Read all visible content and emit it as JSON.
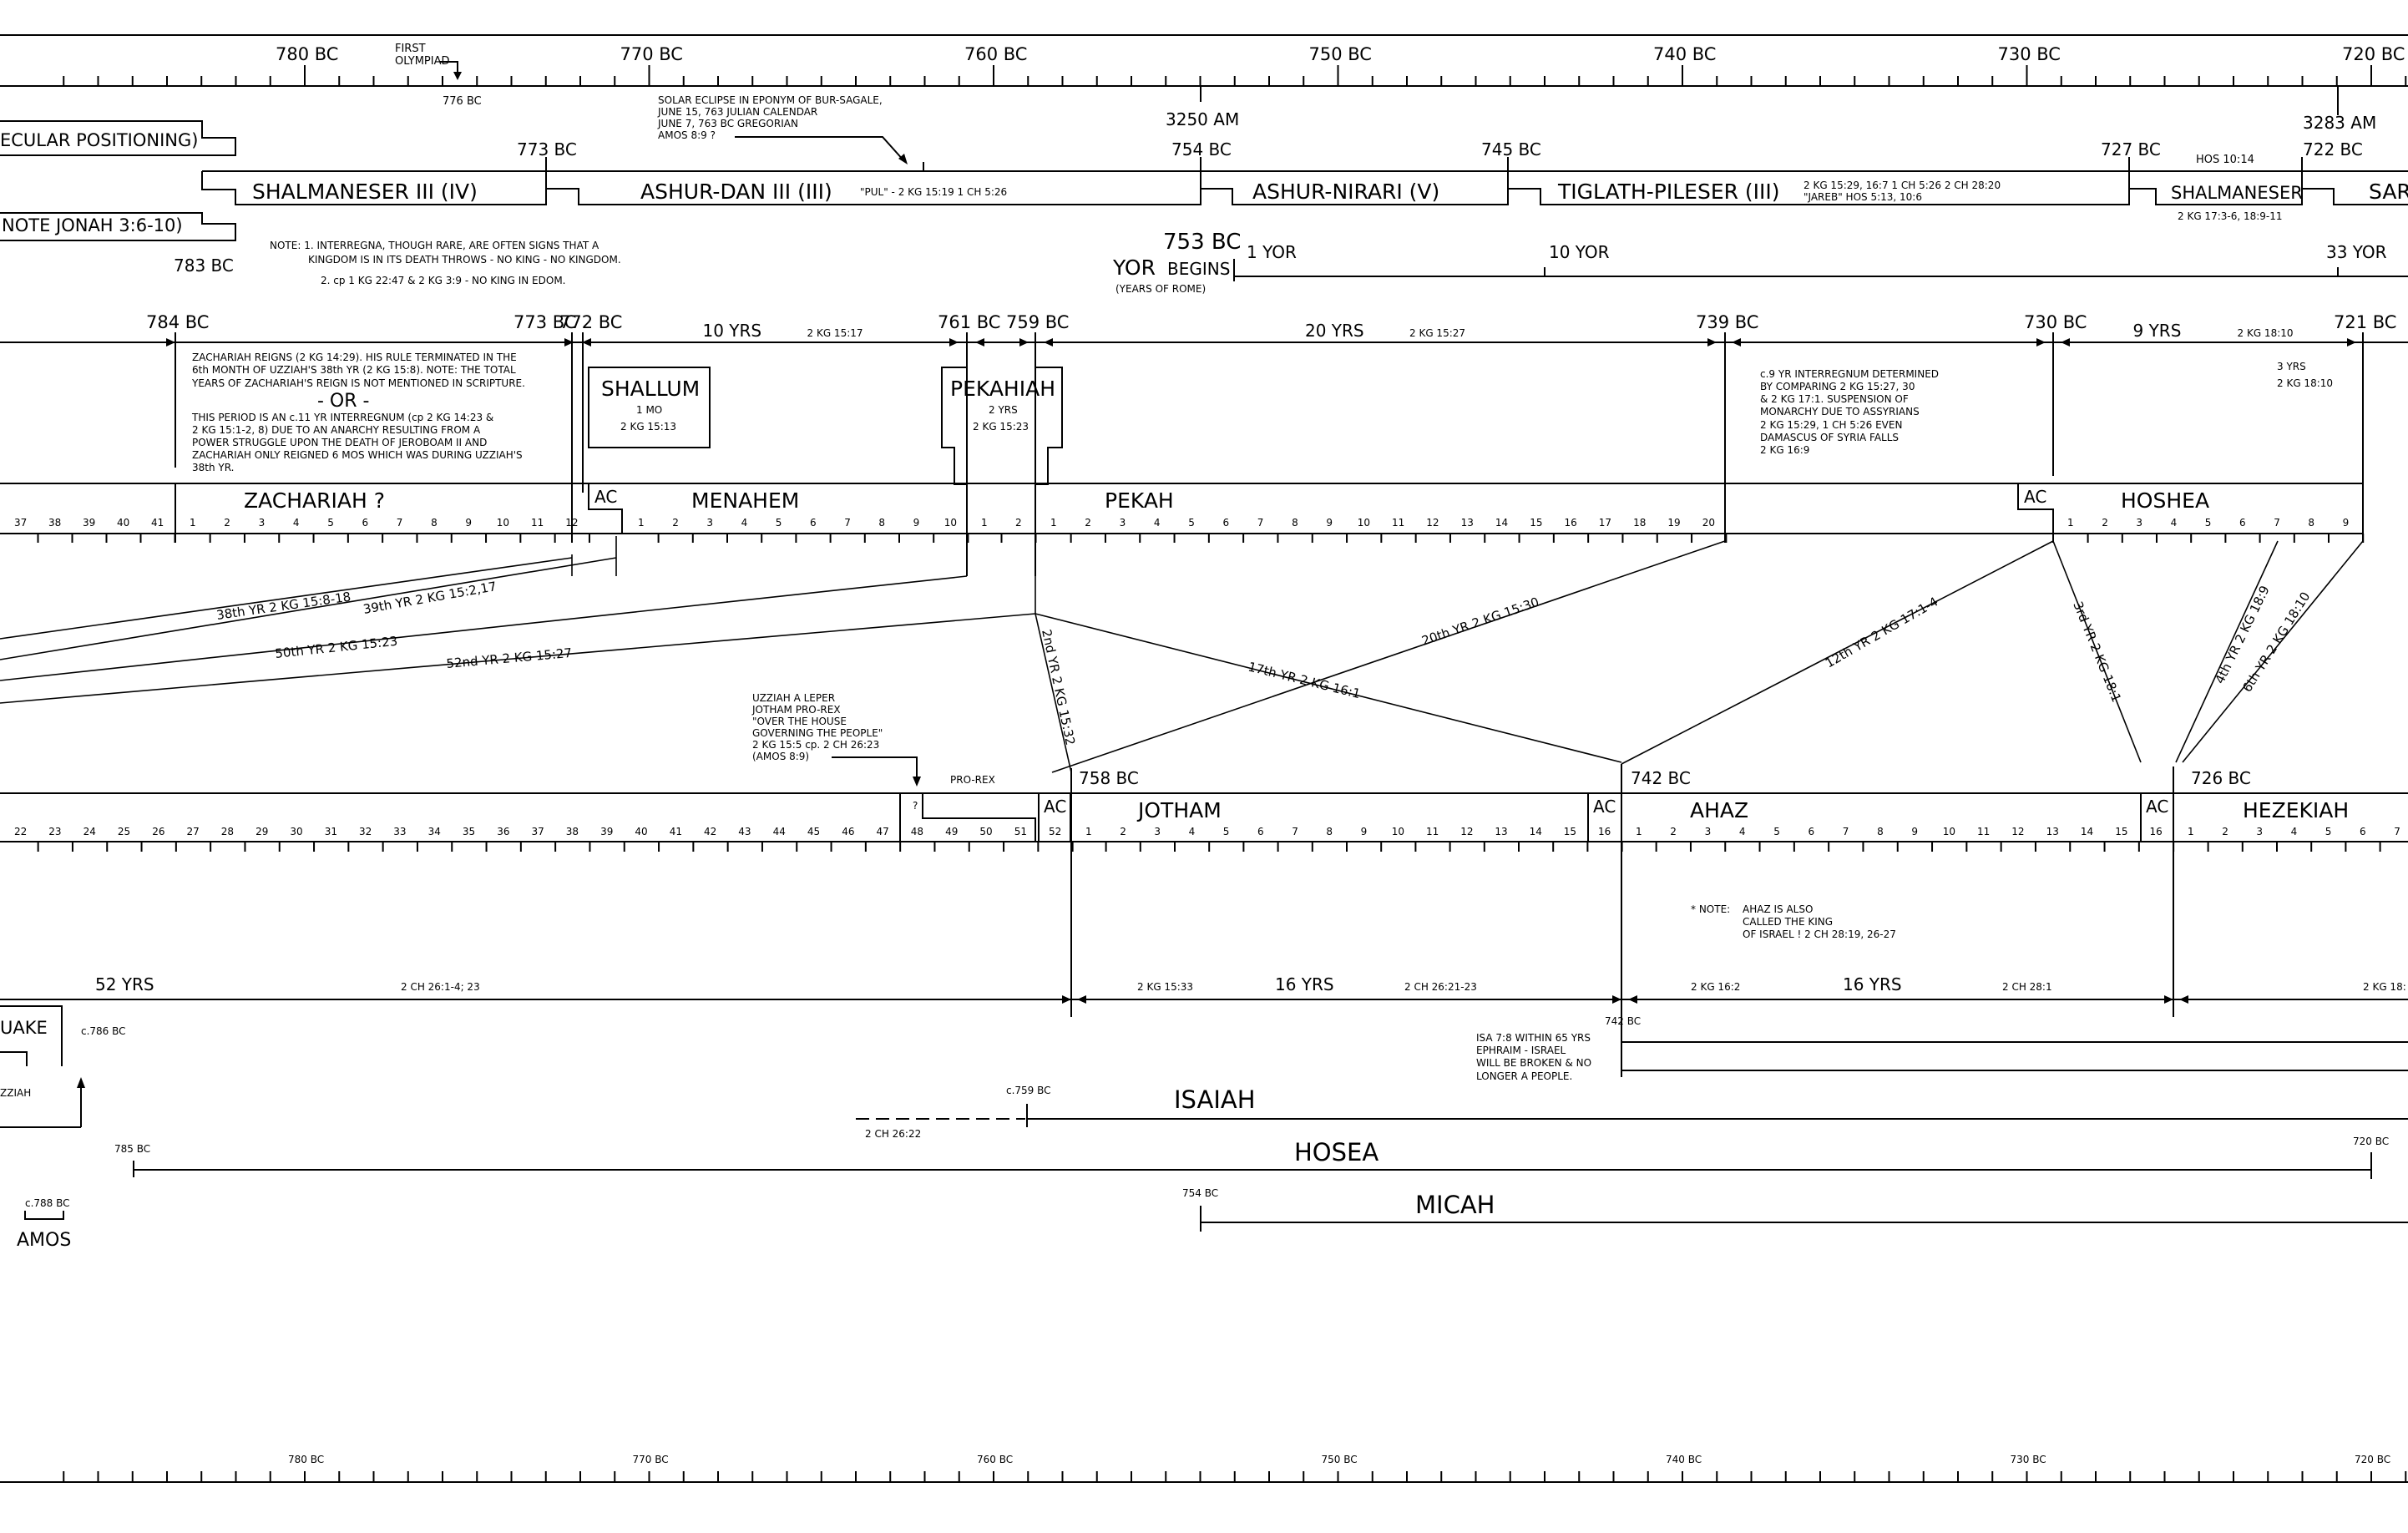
{
  "chart_data": {
    "type": "timeline",
    "scale_top": {
      "labels": [
        {
          "text": "780 BC",
          "year": 780
        },
        {
          "text": "770 BC",
          "year": 770
        },
        {
          "text": "760 BC",
          "year": 760
        },
        {
          "text": "750 BC",
          "year": 750
        },
        {
          "text": "740 BC",
          "year": 740
        },
        {
          "text": "730 BC",
          "year": 730
        },
        {
          "text": "720 BC",
          "year": 720
        }
      ],
      "first_olympiad": {
        "lines": [
          "FIRST",
          "OLYMPIAD"
        ],
        "year": 776,
        "label": "776 BC"
      }
    },
    "scale_bottom": {
      "labels": [
        {
          "text": "780 BC",
          "year": 780
        },
        {
          "text": "770 BC",
          "year": 770
        },
        {
          "text": "760 BC",
          "year": 760
        },
        {
          "text": "750 BC",
          "year": 750
        },
        {
          "text": "740 BC",
          "year": 740
        },
        {
          "text": "730 BC",
          "year": 730
        },
        {
          "text": "720 BC",
          "year": 720
        }
      ]
    },
    "am_marks": [
      {
        "text": "3250 AM",
        "year": 754
      },
      {
        "text": "3283 AM",
        "year": 721
      }
    ],
    "eclipse_note": {
      "lines": [
        "SOLAR ECLIPSE IN EPONYM OF BUR-SAGALE,",
        "JUNE 15, 763 JULIAN CALENDAR",
        "JUNE 7, 763 BC GREGORIAN",
        "AMOS 8:9 ?"
      ],
      "year": 763
    },
    "assyria": {
      "partial_left_1": "ECULAR POSITIONING)",
      "partial_left_2": "NOTE JONAH 3:6-10)",
      "date_783": "783 BC",
      "kings": [
        {
          "name": "SHALMANESER III (IV)",
          "start_label": ""
        },
        {
          "name": "ASHUR-DAN III (III)",
          "start_label": "773 BC"
        },
        {
          "name": "ASHUR-NIRARI (V)",
          "start_label": "754 BC"
        },
        {
          "name": "TIGLATH-PILESER (III)",
          "start_label": "745 BC"
        },
        {
          "name": "SHALMANESER",
          "start_label": "727 BC"
        },
        {
          "name": "SAR",
          "start_label": "722 BC"
        }
      ],
      "pul_ref": "\"PUL\" - 2 KG 15:19  1 CH 5:26",
      "tp_refs": [
        "2 KG 15:29, 16:7  1 CH 5:26  2 CH 28:20",
        "\"JAREB\" HOS 5:13, 10:6"
      ],
      "hos_ref": "HOS 10:14",
      "shal_ref": "2 KG 17:3-6, 18:9-11"
    },
    "note_interregna": {
      "lines": [
        "NOTE:  1. INTERREGNA, THOUGH RARE, ARE OFTEN SIGNS THAT A",
        "KINGDOM IS IN ITS DEATH THROWS - NO KING - NO KINGDOM.",
        "2. cp 1 KG 22:47 & 2 KG 3:9 - NO KING IN EDOM."
      ]
    },
    "rome": {
      "date": "753 BC",
      "yor": "YOR",
      "begins": "BEGINS",
      "sub": "(YEARS OF ROME)",
      "marks": [
        {
          "text": "1 YOR",
          "year": 753
        },
        {
          "text": "10 YOR",
          "year": 744
        },
        {
          "text": "33 YOR",
          "year": 721
        }
      ]
    },
    "israel_spans": [
      {
        "from": 784,
        "to": 773,
        "from_label": "784 BC",
        "text": "",
        "ref": ""
      },
      {
        "from": 773,
        "to": 772,
        "from_label": "773 BC",
        "text": "",
        "ref": ""
      },
      {
        "from": 772,
        "to": 761,
        "from_label": "772 BC",
        "text": "10 YRS",
        "ref": "2 KG 15:17"
      },
      {
        "from": 761,
        "to": 759,
        "from_label": "761 BC",
        "text": "",
        "ref": ""
      },
      {
        "from": 759,
        "to": 739,
        "from_label": "759 BC",
        "text": "20 YRS",
        "ref": "2 KG 15:27"
      },
      {
        "from": 739,
        "to": 730,
        "from_label": "739 BC",
        "text": "",
        "ref": ""
      },
      {
        "from": 730,
        "to": 721,
        "from_label": "730 BC",
        "text": "9 YRS",
        "ref": "2 KG 18:10"
      },
      {
        "from": 721,
        "to": 721,
        "from_label": "721 BC",
        "text": "",
        "ref": ""
      }
    ],
    "zachariah_note": {
      "lines_a": [
        "ZACHARIAH REIGNS (2 KG 14:29). HIS RULE TERMINATED IN THE",
        "6th MONTH OF UZZIAH'S 38th YR (2 KG 15:8). NOTE: THE TOTAL",
        "YEARS OF ZACHARIAH'S REIGN IS NOT MENTIONED IN SCRIPTURE."
      ],
      "or": "- OR -",
      "lines_b": [
        "THIS PERIOD IS AN c.11 YR INTERREGNUM (cp 2 KG 14:23 &",
        "2 KG 15:1-2, 8) DUE TO AN ANARCHY RESULTING FROM A",
        "POWER STRUGGLE UPON THE DEATH OF JEROBOAM II AND",
        "ZACHARIAH ONLY REIGNED 6 MOS WHICH WAS DURING UZZIAH'S",
        "38th YR."
      ]
    },
    "shallum": {
      "name": "SHALLUM",
      "dur": "1 MO",
      "ref": "2 KG 15:13"
    },
    "pekahiah": {
      "name": "PEKAHIAH",
      "dur": "2 YRS",
      "ref": "2 KG 15:23"
    },
    "interregnum_note": {
      "lines": [
        "c.9 YR INTERREGNUM DETERMINED",
        "BY COMPARING 2 KG 15:27, 30",
        "& 2 KG 17:1. SUSPENSION OF",
        "MONARCHY DUE TO ASSYRIANS",
        "2 KG 15:29, 1 CH 5:26        EVEN",
        "DAMASCUS OF SYRIA FALLS",
        "2 KG 16:9"
      ]
    },
    "hoshea_side": [
      "3 YRS",
      "2 KG 18:10"
    ],
    "israel_kings": [
      {
        "name": "ZACHARIAH ?"
      },
      {
        "name": "MENAHEM"
      },
      {
        "name": "PEKAH"
      },
      {
        "name": "HOSHEA"
      }
    ],
    "ac_labels": [
      "AC",
      "AC"
    ],
    "israel_years": {
      "pre": [
        "37",
        "38",
        "39",
        "40",
        "41"
      ],
      "zachariah": [
        "1",
        "2",
        "3",
        "4",
        "5",
        "6",
        "7",
        "8",
        "9",
        "10",
        "11",
        "12"
      ],
      "menahem": [
        "1",
        "2",
        "3",
        "4",
        "5",
        "6",
        "7",
        "8",
        "9",
        "10"
      ],
      "pekahiah": [
        "1",
        "2"
      ],
      "pekah": [
        "1",
        "2",
        "3",
        "4",
        "5",
        "6",
        "7",
        "8",
        "9",
        "10",
        "11",
        "12",
        "13",
        "14",
        "15",
        "16",
        "17",
        "18",
        "19",
        "20"
      ],
      "hoshea": [
        "1",
        "2",
        "3",
        "4",
        "5",
        "6",
        "7",
        "8",
        "9"
      ]
    },
    "sync_labels": [
      "38th YR 2 KG 15:8-18",
      "39th YR 2 KG 15:2,17",
      "50th YR 2 KG 15:23",
      "52nd YR 2 KG 15:27",
      "2nd YR 2 KG 15:32",
      "17th YR 2 KG 16:1",
      "20th YR 2 KG 15:30",
      "12th YR 2 KG 17:1-4",
      "3rd YR 2 KG 18:1",
      "4th YR 2 KG 18:9",
      "6th YR 2 KG 18:10"
    ],
    "uzziah_note": {
      "lines": [
        "UZZIAH A LEPER",
        "JOTHAM PRO-REX",
        "\"OVER THE HOUSE",
        "GOVERNING THE PEOPLE\"",
        "2 KG 15:5 cp. 2 CH 26:23",
        "(AMOS 8:9)"
      ],
      "pro_rex": "PRO-REX",
      "question": "?"
    },
    "judah_dates": [
      {
        "text": "758 BC",
        "year": 758
      },
      {
        "text": "742 BC",
        "year": 742
      },
      {
        "text": "726 BC",
        "year": 726
      }
    ],
    "judah_kings": [
      {
        "name": "JOTHAM"
      },
      {
        "name": "AHAZ"
      },
      {
        "name": "HEZEKIAH"
      }
    ],
    "judah_ac": [
      "AC",
      "AC",
      "AC"
    ],
    "judah_years": {
      "uzziah": [
        "22",
        "23",
        "24",
        "25",
        "26",
        "27",
        "28",
        "29",
        "30",
        "31",
        "32",
        "33",
        "34",
        "35",
        "36",
        "37",
        "38",
        "39",
        "40",
        "41",
        "42",
        "43",
        "44",
        "45",
        "46",
        "47",
        "48",
        "49",
        "50",
        "51",
        "52"
      ],
      "jotham": [
        "1",
        "2",
        "3",
        "4",
        "5",
        "6",
        "7",
        "8",
        "9",
        "10",
        "11",
        "12",
        "13",
        "14",
        "15",
        "16"
      ],
      "ahaz": [
        "1",
        "2",
        "3",
        "4",
        "5",
        "6",
        "7",
        "8",
        "9",
        "10",
        "11",
        "12",
        "13",
        "14",
        "15",
        "16"
      ],
      "hezekiah": [
        "1",
        "2",
        "3",
        "4",
        "5",
        "6",
        "7"
      ]
    },
    "ahaz_note": {
      "star": "* NOTE:",
      "lines": [
        "AHAZ IS ALSO",
        "CALLED THE KING",
        "OF ISRAEL !     2 CH 28:19, 26-27"
      ]
    },
    "judah_spans": [
      {
        "text": "52 YRS",
        "ref": "2 CH 26:1-4; 23",
        "ref2": ""
      },
      {
        "text": "16 YRS",
        "ref": "2 KG 15:33",
        "ref2": "2 CH 26:21-23"
      },
      {
        "text": "16 YRS",
        "ref": "2 KG 16:2",
        "ref2": "2 CH 28:1"
      },
      {
        "text": "",
        "ref": "2 KG 18:",
        "ref2": ""
      }
    ],
    "quake": {
      "partial": "UAKE",
      "date": "c.786 BC",
      "partial_uzziah": "ZZIAH"
    },
    "isa_note": {
      "date": "742 BC",
      "lines": [
        "ISA 7:8 WITHIN 65 YRS",
        "EPHRAIM - ISRAEL",
        "WILL BE BROKEN & NO",
        "LONGER A PEOPLE."
      ]
    },
    "prophets": [
      {
        "name": "ISAIAH",
        "start_label": "c.759 BC",
        "ref": "2 CH 26:22",
        "end_label": ""
      },
      {
        "name": "HOSEA",
        "start_label": "785 BC",
        "ref": "",
        "end_label": "720 BC"
      },
      {
        "name": "MICAH",
        "start_label": "754 BC",
        "ref": "",
        "end_label": ""
      },
      {
        "name": "AMOS",
        "start_label": "c.788 BC",
        "ref": "",
        "end_label": ""
      }
    ]
  }
}
